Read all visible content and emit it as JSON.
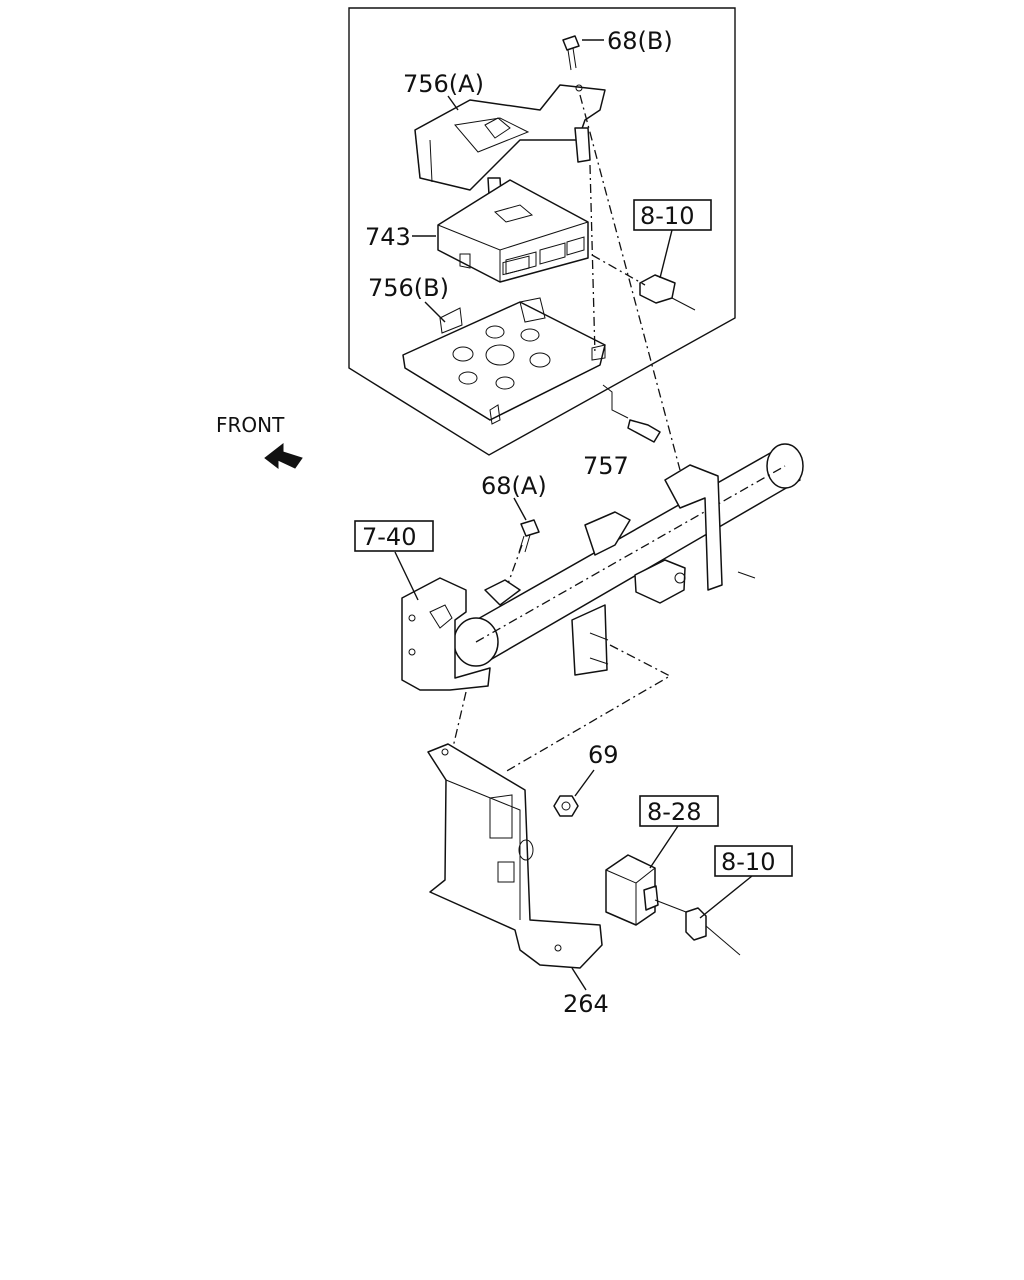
{
  "front_label": "FRONT",
  "callouts": {
    "part_68b": "68(B)",
    "part_756a": "756(A)",
    "part_743": "743",
    "part_756b": "756(B)",
    "part_757": "757",
    "part_68a": "68(A)",
    "part_69": "69",
    "part_264": "264"
  },
  "references": {
    "ref_8_10_top": "8-10",
    "ref_7_40": "7-40",
    "ref_8_28": "8-28",
    "ref_8_10_bottom": "8-10"
  }
}
